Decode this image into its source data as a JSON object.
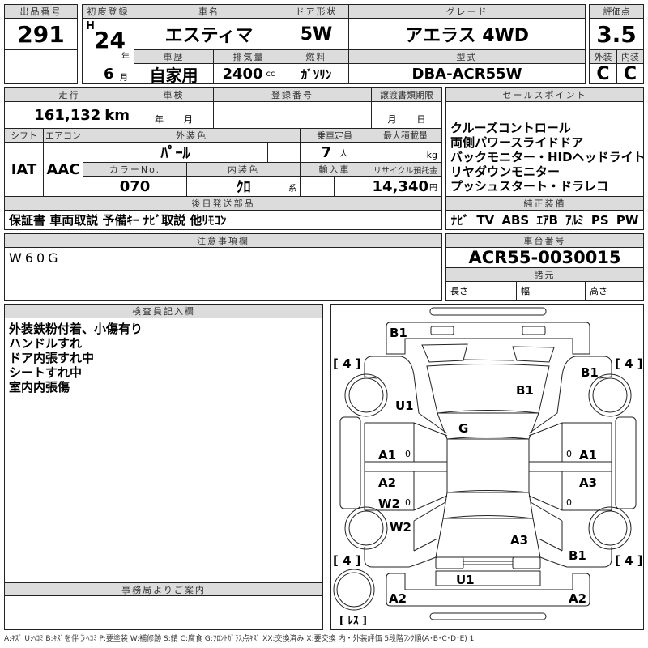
{
  "lot": {
    "label": "出品番号",
    "value": "291"
  },
  "first_reg": {
    "label": "初度登録",
    "era": "H",
    "year": "24",
    "year_unit": "年",
    "month": "6",
    "month_unit": "月"
  },
  "car_name": {
    "label": "車名",
    "value": "エスティマ"
  },
  "door": {
    "label": "ドア形状",
    "value": "5W"
  },
  "grade": {
    "label": "グレード",
    "value": "アエラス 4WD"
  },
  "history": {
    "label": "車歴",
    "value": "自家用"
  },
  "displacement": {
    "label": "排気量",
    "value": "2400",
    "unit": "cc"
  },
  "fuel": {
    "label": "燃料",
    "value": "ｶﾞｿﾘﾝ"
  },
  "model": {
    "label": "型式",
    "value": "DBA-ACR55W"
  },
  "score": {
    "label": "評価点",
    "value": "3.5",
    "exterior_label": "外装",
    "exterior": "C",
    "interior_label": "内装",
    "interior": "C"
  },
  "mileage": {
    "label": "走行",
    "value": "161,132",
    "unit": "km"
  },
  "inspection": {
    "label": "車検",
    "year_unit": "年",
    "month_unit": "月"
  },
  "reg_no": {
    "label": "登録番号"
  },
  "transfer": {
    "label": "譲渡書類期限",
    "month_unit": "月",
    "day_unit": "日"
  },
  "shift": {
    "label": "シフト",
    "value": "IAT"
  },
  "ac": {
    "label": "エアコン",
    "value": "AAC"
  },
  "ext_color": {
    "label": "外装色",
    "value": "ﾊﾟｰﾙ"
  },
  "capacity": {
    "label": "乗車定員",
    "value": "7",
    "unit": "人"
  },
  "max_load": {
    "label": "最大積載量",
    "unit": "kg"
  },
  "color_no": {
    "label": "カラーNo.",
    "value": "070"
  },
  "int_color": {
    "label": "内装色",
    "value": "ｸﾛ",
    "unit": "系"
  },
  "import": {
    "label": "輸入車"
  },
  "recycle": {
    "label": "リサイクル預託金",
    "value": "14,340",
    "unit": "円"
  },
  "later_parts": {
    "label": "後日発送部品",
    "value": "保証書 車両取説 予備ｷｰ ﾅﾋﾞ取説 他ﾘﾓｺﾝ"
  },
  "sales_points": {
    "label": "セールスポイント",
    "items": [
      "クルーズコントロール",
      "両側パワースライドドア",
      "バックモニター・HIDヘッドライト",
      "リヤダウンモニター",
      "プッシュスタート・ドラレコ"
    ]
  },
  "equipment": {
    "label": "純正装備",
    "value": "ﾅﾋﾞ TV ABS ｴｱB ｱﾙﾐ PS PW"
  },
  "notes": {
    "label": "注意事項欄",
    "value": "W60G"
  },
  "chassis": {
    "label": "車台番号",
    "value": "ACR55-0030015"
  },
  "specs": {
    "label": "諸元",
    "length": "長さ",
    "width": "幅",
    "height": "高さ"
  },
  "inspector": {
    "label": "検査員記入欄",
    "items": [
      "外装鉄粉付着、小傷有り",
      "ハンドルすれ",
      "ドア内張すれ中",
      "シートすれ中",
      "室内内張傷"
    ]
  },
  "office": {
    "label": "事務局よりご案内"
  },
  "diagram": {
    "marks": {
      "front_bumper": "B1",
      "hood": "B1",
      "left_front_fender": "U1",
      "windshield": "G",
      "left_front_door": "A1",
      "left_rear_door_a": "A2",
      "left_rear_door_w": "W2",
      "left_rear_fender": "W2",
      "right_front_fender": "B1",
      "right_front_door": "A1",
      "right_rear_door": "A3",
      "roof_rear": "A3",
      "right_rear_fender": "B1",
      "trunk": "U1",
      "rear_bumper_left": "A2",
      "rear_bumper_right": "A2",
      "zero_lf": "0",
      "zero_lr": "0",
      "zero_rf": "0",
      "zero_rr": "0"
    },
    "tires": {
      "fl": "[ 4 ]",
      "fr": "[ 4 ]",
      "rl": "[ 4 ]",
      "rr": "[ 4 ]",
      "spare": "[ ﾚｽ ]"
    }
  },
  "legend": "A:ｷｽﾞ U:ﾍｺﾐ B:ｷｽﾞを伴うﾍｺﾐ P:要塗装 W:補修跡 S:錆 C:腐食 G:ﾌﾛﾝﾄｶﾞﾗｽ点ｷｽﾞ XX:交換済み X:要交換  内・外装評価  5段階ﾗﾝｸ順(A･B･C･D･E) 1"
}
